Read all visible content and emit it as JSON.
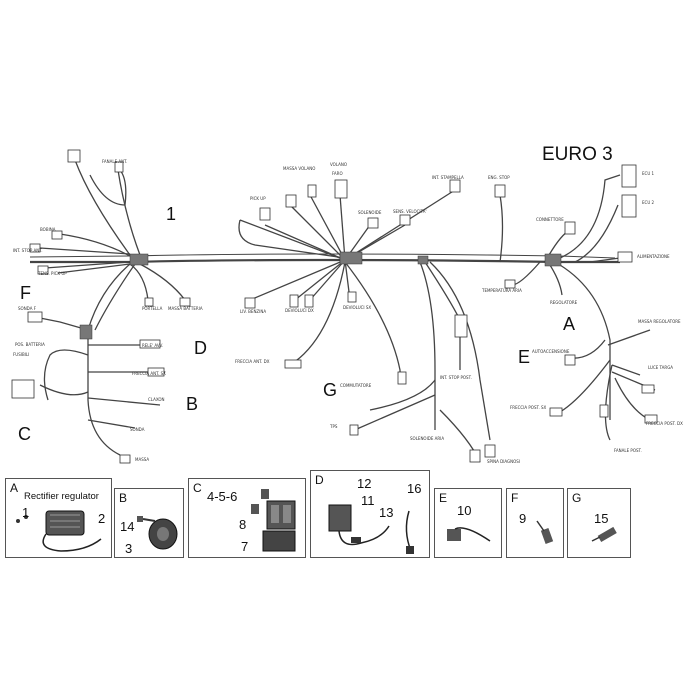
{
  "title": "EURO 3",
  "main_ref": "1",
  "diagram_letters": [
    "A",
    "B",
    "C",
    "D",
    "E",
    "F",
    "G"
  ],
  "wire_labels": [
    "RELE' AVV.",
    "FRECCIA ANT. SX",
    "CLAXON",
    "SONDA",
    "MASSA",
    "PORTELLA",
    "MASSA BATTERIA",
    "LIV. BENZINA",
    "DEVIOLUCI DX",
    "DEVIOLUCI SX",
    "FRECCIA ANT. DX",
    "COMMUTATORE",
    "SOLENOIDE ARIA",
    "SPINA DIAGNOSI",
    "FRECCIA POST. SX",
    "FRECCIA POST. DX",
    "FANALE POST.",
    "LUCE TARGA",
    "AUTOACCENSIONE",
    "MASSA REGOLATORE",
    "REGOLATORE",
    "TEMPERATURA ARIA",
    "ALIMENTAZIONE",
    "ENG. STOP",
    "INT. STAMPELLA",
    "SENS. VELOCITA'",
    "SOLENOIDE",
    "FARO",
    "MASSA VOLANO",
    "VOLANO",
    "PICK UP",
    "INT. STOP ANT.",
    "BOBINA",
    "TENS. PICK UP",
    "FANALE ANT.",
    "POS. BATTERIA",
    "FUSIBILI",
    "SONDA F",
    "CONNETTORE",
    "INT. STOP POST.",
    "ECU 1",
    "ECU 2",
    "TPS"
  ],
  "panels": [
    {
      "letter": "A",
      "caption": "Rectifier regulator",
      "numbers": [
        "1",
        "2"
      ]
    },
    {
      "letter": "B",
      "numbers": [
        "14",
        "3"
      ]
    },
    {
      "letter": "C",
      "numbers": [
        "4-5-6",
        "8",
        "7"
      ]
    },
    {
      "letter": "D",
      "numbers": [
        "12",
        "11",
        "13",
        "16"
      ]
    },
    {
      "letter": "E",
      "numbers": [
        "10"
      ]
    },
    {
      "letter": "F",
      "numbers": [
        "9"
      ]
    },
    {
      "letter": "G",
      "numbers": [
        "15"
      ]
    }
  ]
}
